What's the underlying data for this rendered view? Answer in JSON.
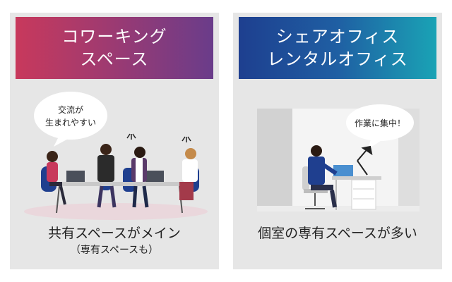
{
  "left_panel": {
    "title_line1": "コワーキング",
    "title_line2": "スペース",
    "bubble_line1": "交流が",
    "bubble_line2": "生まれやすい",
    "caption": "共有スペースがメイン",
    "subcaption": "（専有スペースも）",
    "gradient": [
      "#c8395c",
      "#6a3c8a"
    ]
  },
  "right_panel": {
    "title_line1": "シェアオフィス",
    "title_line2": "レンタルオフィス",
    "bubble": "作業に集中！",
    "caption": "個室の専有スペースが多い",
    "gradient": [
      "#1e3f8f",
      "#1aa3b5"
    ]
  }
}
